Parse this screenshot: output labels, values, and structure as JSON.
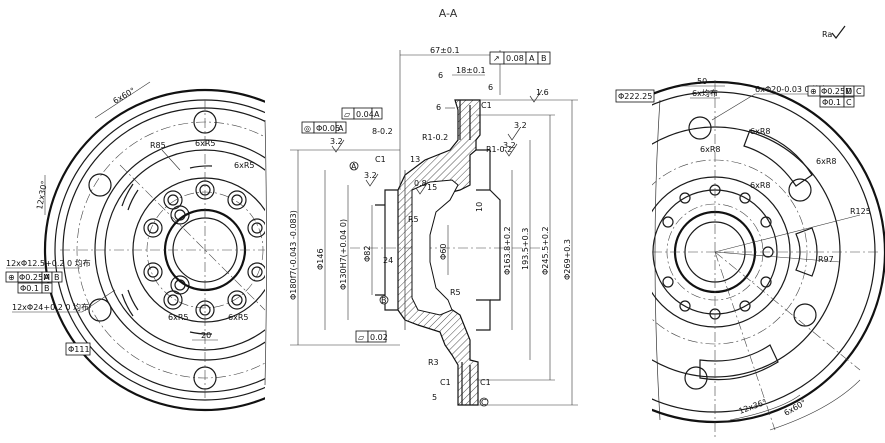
{
  "section_title": "A-A",
  "surface_symbol": "Ra",
  "left_view": {
    "dims": {
      "pattern_angle": "6x60°",
      "slot_angle": "12x30°",
      "radius_r85": "R85",
      "fillet_6xr5_top": "6xR5",
      "fillet_6xr5_right": "6xR5",
      "fillet_6xr5_bl": "6xR5",
      "fillet_6xr5_br": "6xR5",
      "slot_width": "20",
      "hole_small": "12xΦ12.5",
      "hole_small_label": "12xΦ12.5+0.2 0 均布",
      "hole_large_label": "12xΦ24+0.2 0 均布",
      "outer_dia": "Φ111"
    },
    "fcf_position": {
      "symbol": "⊕",
      "tol": "Φ0.25M",
      "datum_a": "A",
      "datum_b": "B"
    },
    "fcf_position2": {
      "symbol": "⊕",
      "tol": "Φ0.1",
      "datum_b": "B"
    }
  },
  "section": {
    "dims": {
      "width_67": "67±0.1",
      "width_18": "18±0.1",
      "dim_6_top": "6",
      "dim_6_side": "6",
      "dim_8": "8-0.2",
      "r1": "R1-0.2",
      "r1b": "R1-0.2",
      "c1_top": "C1",
      "c1_left": "C1",
      "c1_bot": "C1",
      "c1_bot2": "C1",
      "d13": "13",
      "d15": "15",
      "d10": "10",
      "d24": "24",
      "d5": "5",
      "r5a": "R5",
      "r5b": "R5",
      "r3": "R3",
      "dia180": "Φ180f7(-0.043 -0.083)",
      "dia146": "Φ146",
      "dia130": "Φ130H7(+0.04 0)",
      "dia82": "Φ82",
      "dia60": "Φ60",
      "dia163": "Φ163.8+0.2",
      "dia193": "193.5+0.3",
      "dia245": "Φ245.5+0.2",
      "dia269": "Φ269+0.3"
    },
    "fcf_runout_top": {
      "symbol": "↗",
      "tol": "0.08",
      "datum_a": "A",
      "datum_b": "B"
    },
    "fcf_flat": {
      "symbol": "▱",
      "tol": "0.04",
      "datum": "A"
    },
    "fcf_position_side": {
      "symbol": "◎",
      "tol": "Φ0.05",
      "datum": "A"
    },
    "fcf_flat_bottom": {
      "symbol": "▱",
      "tol": "0.02"
    },
    "datum_a": "A",
    "datum_b": "B",
    "datum_c": "C",
    "roughness": [
      "3.2",
      "3.2",
      "3.2",
      "1.6",
      "3.2",
      "0.8"
    ]
  },
  "right_view": {
    "dims": {
      "dia222": "Φ222.25",
      "width_50": "50",
      "label_6x": "6x均布",
      "hole_6x": "6xΦ20-0.03 0 均布",
      "r8_a": "6xR8",
      "r8_b": "6xR8",
      "r8_c": "6xR8",
      "r8_d": "6xR8",
      "r125": "R125",
      "r97": "R97",
      "slot_angle": "12x36°",
      "pattern_angle": "6x60°"
    },
    "fcf_position": {
      "symbol": "⊕",
      "tol": "Φ0.25M",
      "datum_d": "D",
      "datum_c": "C"
    },
    "fcf_position2": {
      "symbol": "⊕",
      "tol": "Φ0.1",
      "datum_c": "C"
    }
  }
}
